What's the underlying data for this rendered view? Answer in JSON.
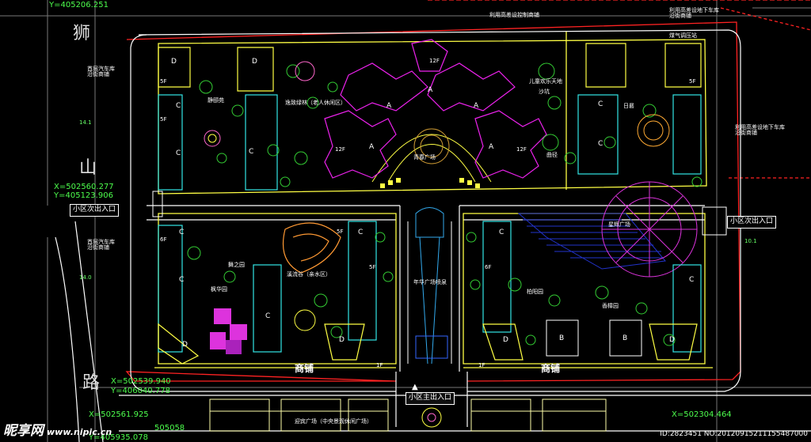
{
  "labels": {
    "street_lion": "狮",
    "street_mountain": "山",
    "street_road": "路",
    "gate_main": "小区主出入口",
    "gate_secondary_left": "小区次出入口",
    "gate_secondary_right": "小区次出入口",
    "shops_left": "商铺",
    "shops_right": "商铺",
    "elevation_mark": "1F",
    "garage_shop_top": "利用高差设控制商铺",
    "garage_shop_top_right": "利用高差设地下车库\n沿街商铺",
    "gas_station": "煤气调压站",
    "garage_right_side": "利用高差设地下车库\n沿街商铺",
    "garage_left_top": "首层汽车库\n沿街商铺",
    "garage_left_mid": "首层汽车库\n沿街商铺",
    "garden_jingyuan": "静颐苑",
    "garden_elder": "逸致绿林（老人休闲区）",
    "children_play": "儿童欢乐天地",
    "sandpit": "沙坑",
    "sun_garden": "日晷",
    "central_plaza": "青春广场",
    "path_garden": "曲径",
    "sea_plaza": "星辉广场",
    "maple_garden": "枫华园",
    "dance_garden": "舞之园",
    "stream_garden": "溪流谷（亲水区）",
    "fountain": "年华广场喷泉",
    "pine_garden": "柏阳园",
    "camphor_garden": "香樟园",
    "fountain_plaza": "迎宾广场（中央景观休闲广场）",
    "tower_label": "12F",
    "block_a": "A",
    "block_b": "B",
    "block_c": "C",
    "block_d": "D",
    "floors_5f": "5F",
    "floors_6f": "6F",
    "road_w1": "14.1",
    "road_w2": "14.0",
    "road_w3": "10.1"
  },
  "coords": {
    "top": "Y=405206.251",
    "left_x1": "X=502560.277",
    "left_y1": "Y=405123.906",
    "bottom_x1": "X=502539.940",
    "bottom_y1": "Y=406040.778",
    "bottom_x2": "X=502561.925",
    "bottom_y2": "Y=405935.078",
    "bottom_c1": "505058",
    "right_x": "X=502304.464"
  },
  "watermark": {
    "brand": "昵享网",
    "url": "www.nipic.cn",
    "image_id": "ID:2823451 NO:20120915211155487000"
  },
  "colors": {
    "background": "#000000",
    "building_c": "#33e6e6",
    "building_a": "#ee22ee",
    "wall": "#ffff44",
    "road": "#ffffff",
    "tree": "#33cc33",
    "plaza": "#dd33dd",
    "boundary_red": "#ff2222",
    "water": "#2233cc"
  }
}
